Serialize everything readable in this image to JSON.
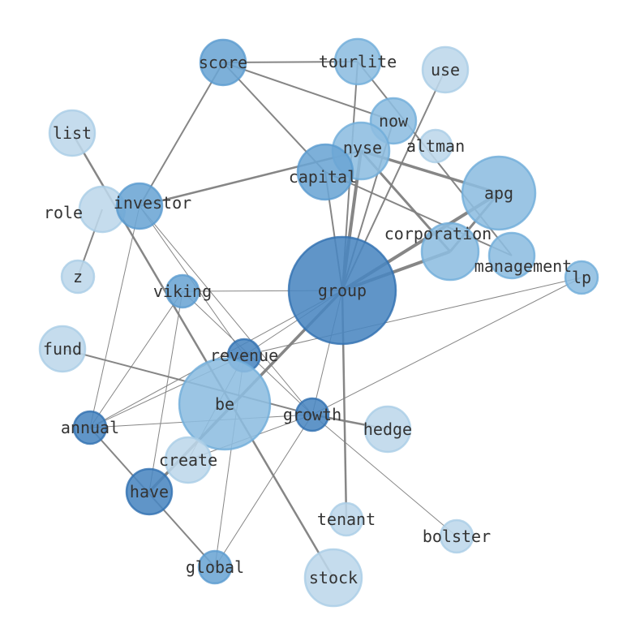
{
  "colors": {
    "edge": "#808080",
    "shade1": "#bdd7eb",
    "shade2": "#8dbde0",
    "shade3": "#6ba5d4",
    "shade4": "#4a86c0",
    "label": "#333333"
  },
  "nodes": [
    {
      "id": "score",
      "label": "score",
      "shade": 3
    },
    {
      "id": "tourlite",
      "label": "tourlite",
      "shade": 2
    },
    {
      "id": "use",
      "label": "use",
      "shade": 1
    },
    {
      "id": "list",
      "label": "list",
      "shade": 1
    },
    {
      "id": "now",
      "label": "now",
      "shade": 2
    },
    {
      "id": "altman",
      "label": "altman",
      "shade": 1
    },
    {
      "id": "nyse",
      "label": "nyse",
      "shade": 2
    },
    {
      "id": "capital",
      "label": "capital",
      "shade": 3
    },
    {
      "id": "apg",
      "label": "apg",
      "shade": 2
    },
    {
      "id": "role",
      "label": "role",
      "shade": 1
    },
    {
      "id": "investor",
      "label": "investor",
      "shade": 3
    },
    {
      "id": "corporation",
      "label": "corporation",
      "shade": 2
    },
    {
      "id": "management",
      "label": "management",
      "shade": 2
    },
    {
      "id": "lp",
      "label": "lp",
      "shade": 2
    },
    {
      "id": "z",
      "label": "z",
      "shade": 1
    },
    {
      "id": "group",
      "label": "group",
      "shade": 4
    },
    {
      "id": "viking",
      "label": "viking",
      "shade": 3
    },
    {
      "id": "fund",
      "label": "fund",
      "shade": 1
    },
    {
      "id": "revenue",
      "label": "revenue",
      "shade": 4
    },
    {
      "id": "be",
      "label": "be",
      "shade": 2
    },
    {
      "id": "annual",
      "label": "annual",
      "shade": 4
    },
    {
      "id": "growth",
      "label": "growth",
      "shade": 4
    },
    {
      "id": "hedge",
      "label": "hedge",
      "shade": 1
    },
    {
      "id": "create",
      "label": "create",
      "shade": 1
    },
    {
      "id": "have",
      "label": "have",
      "shade": 4
    },
    {
      "id": "tenant",
      "label": "tenant",
      "shade": 1
    },
    {
      "id": "bolster",
      "label": "bolster",
      "shade": 1
    },
    {
      "id": "global",
      "label": "global",
      "shade": 3
    },
    {
      "id": "stock",
      "label": "stock",
      "shade": 1
    }
  ],
  "edges": [
    {
      "source": "score",
      "target": "tourlite",
      "weight": 2
    },
    {
      "source": "score",
      "target": "investor",
      "weight": 2
    },
    {
      "source": "score",
      "target": "capital",
      "weight": 2
    },
    {
      "source": "score",
      "target": "now",
      "weight": 2
    },
    {
      "source": "tourlite",
      "target": "group",
      "weight": 2
    },
    {
      "source": "tourlite",
      "target": "management",
      "weight": 2
    },
    {
      "source": "use",
      "target": "group",
      "weight": 2
    },
    {
      "source": "list",
      "target": "stock",
      "weight": 2.5
    },
    {
      "source": "nyse",
      "target": "investor",
      "weight": 2.5
    },
    {
      "source": "nyse",
      "target": "group",
      "weight": 4
    },
    {
      "source": "nyse",
      "target": "apg",
      "weight": 3.5
    },
    {
      "source": "nyse",
      "target": "corporation",
      "weight": 3
    },
    {
      "source": "now",
      "target": "group",
      "weight": 2
    },
    {
      "source": "capital",
      "target": "group",
      "weight": 2
    },
    {
      "source": "capital",
      "target": "management",
      "weight": 2
    },
    {
      "source": "apg",
      "target": "group",
      "weight": 4
    },
    {
      "source": "apg",
      "target": "corporation",
      "weight": 3
    },
    {
      "source": "corporation",
      "target": "group",
      "weight": 4
    },
    {
      "source": "lp",
      "target": "revenue",
      "weight": 1
    },
    {
      "source": "lp",
      "target": "growth",
      "weight": 1
    },
    {
      "source": "role",
      "target": "z",
      "weight": 2
    },
    {
      "source": "investor",
      "target": "annual",
      "weight": 1
    },
    {
      "source": "investor",
      "target": "growth",
      "weight": 1
    },
    {
      "source": "investor",
      "target": "revenue",
      "weight": 1
    },
    {
      "source": "viking",
      "target": "group",
      "weight": 1
    },
    {
      "source": "viking",
      "target": "annual",
      "weight": 1
    },
    {
      "source": "viking",
      "target": "have",
      "weight": 1
    },
    {
      "source": "viking",
      "target": "growth",
      "weight": 1
    },
    {
      "source": "fund",
      "target": "growth",
      "weight": 2
    },
    {
      "source": "growth",
      "target": "hedge",
      "weight": 2.5
    },
    {
      "source": "revenue",
      "target": "group",
      "weight": 1
    },
    {
      "source": "revenue",
      "target": "annual",
      "weight": 1
    },
    {
      "source": "revenue",
      "target": "global",
      "weight": 1
    },
    {
      "source": "revenue",
      "target": "create",
      "weight": 1
    },
    {
      "source": "annual",
      "target": "group",
      "weight": 1
    },
    {
      "source": "annual",
      "target": "growth",
      "weight": 1
    },
    {
      "source": "annual",
      "target": "global",
      "weight": 2
    },
    {
      "source": "group",
      "target": "have",
      "weight": 3.5
    },
    {
      "source": "group",
      "target": "growth",
      "weight": 1
    },
    {
      "source": "group",
      "target": "tenant",
      "weight": 2.5
    },
    {
      "source": "growth",
      "target": "global",
      "weight": 1
    },
    {
      "source": "growth",
      "target": "bolster",
      "weight": 1
    },
    {
      "source": "growth",
      "target": "create",
      "weight": 1
    }
  ]
}
